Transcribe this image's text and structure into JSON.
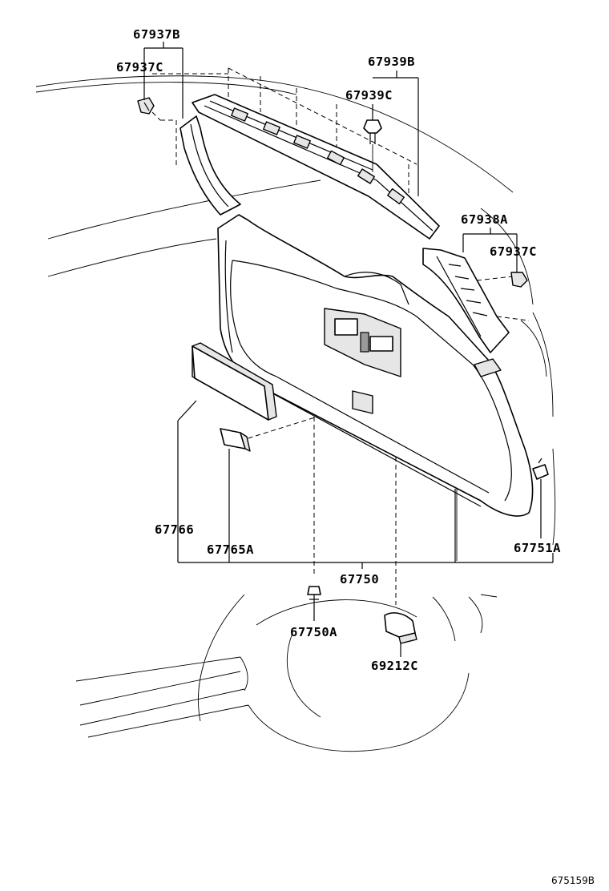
{
  "callouts": {
    "c_67937B": "67937B",
    "c_67937C_top": "67937C",
    "c_67939B": "67939B",
    "c_67939C": "67939C",
    "c_67938A": "67938A",
    "c_67937C_right": "67937C",
    "c_67766": "67766",
    "c_67765A": "67765A",
    "c_67750": "67750",
    "c_67751A": "67751A",
    "c_67750A": "67750A",
    "c_69212C": "69212C"
  },
  "diagram_ref": "675159B"
}
